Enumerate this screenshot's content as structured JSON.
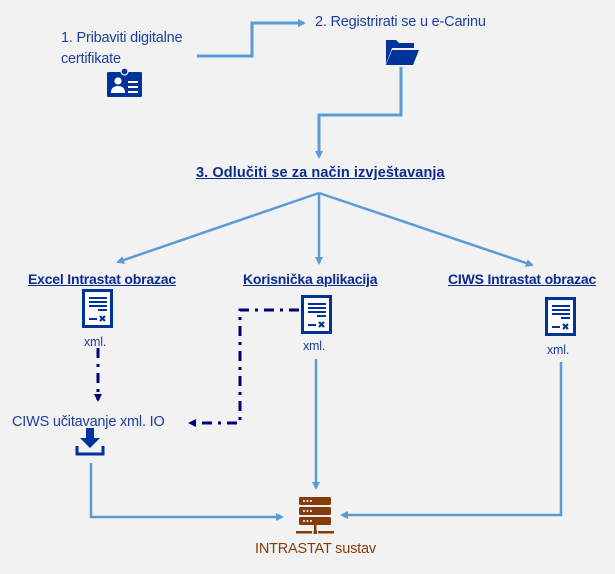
{
  "diagram": {
    "steps": [
      {
        "label": "1. Pribaviti digitalne certifikate",
        "icon": "id-card-icon"
      },
      {
        "label": "2. Registrirati se u e-Carinu",
        "icon": "folder-open-icon"
      },
      {
        "label": "3. Odlučiti se za način izvještavanja"
      }
    ],
    "options": [
      {
        "label": "Excel Intrastat obrazac",
        "icon": "document-icon",
        "file_label": "xml."
      },
      {
        "label": "Korisnička aplikacija",
        "icon": "document-icon",
        "file_label": "xml."
      },
      {
        "label": "CIWS Intrastat obrazac",
        "icon": "document-icon",
        "file_label": "xml."
      }
    ],
    "upload_step": {
      "label": "CIWS učitavanje xml. IO",
      "icon": "upload-tray-icon"
    },
    "destination": {
      "label": "INTRASTAT sustav",
      "icon": "server-icon"
    },
    "colors": {
      "background": "#f2f2f2",
      "text_blue": "#1f3e9c",
      "heading_blue": "#0d2b8f",
      "icon_blue": "#003399",
      "flow_line": "#5b9bd5",
      "dashed_line": "#00007f",
      "server_brown": "#843c0c"
    }
  }
}
